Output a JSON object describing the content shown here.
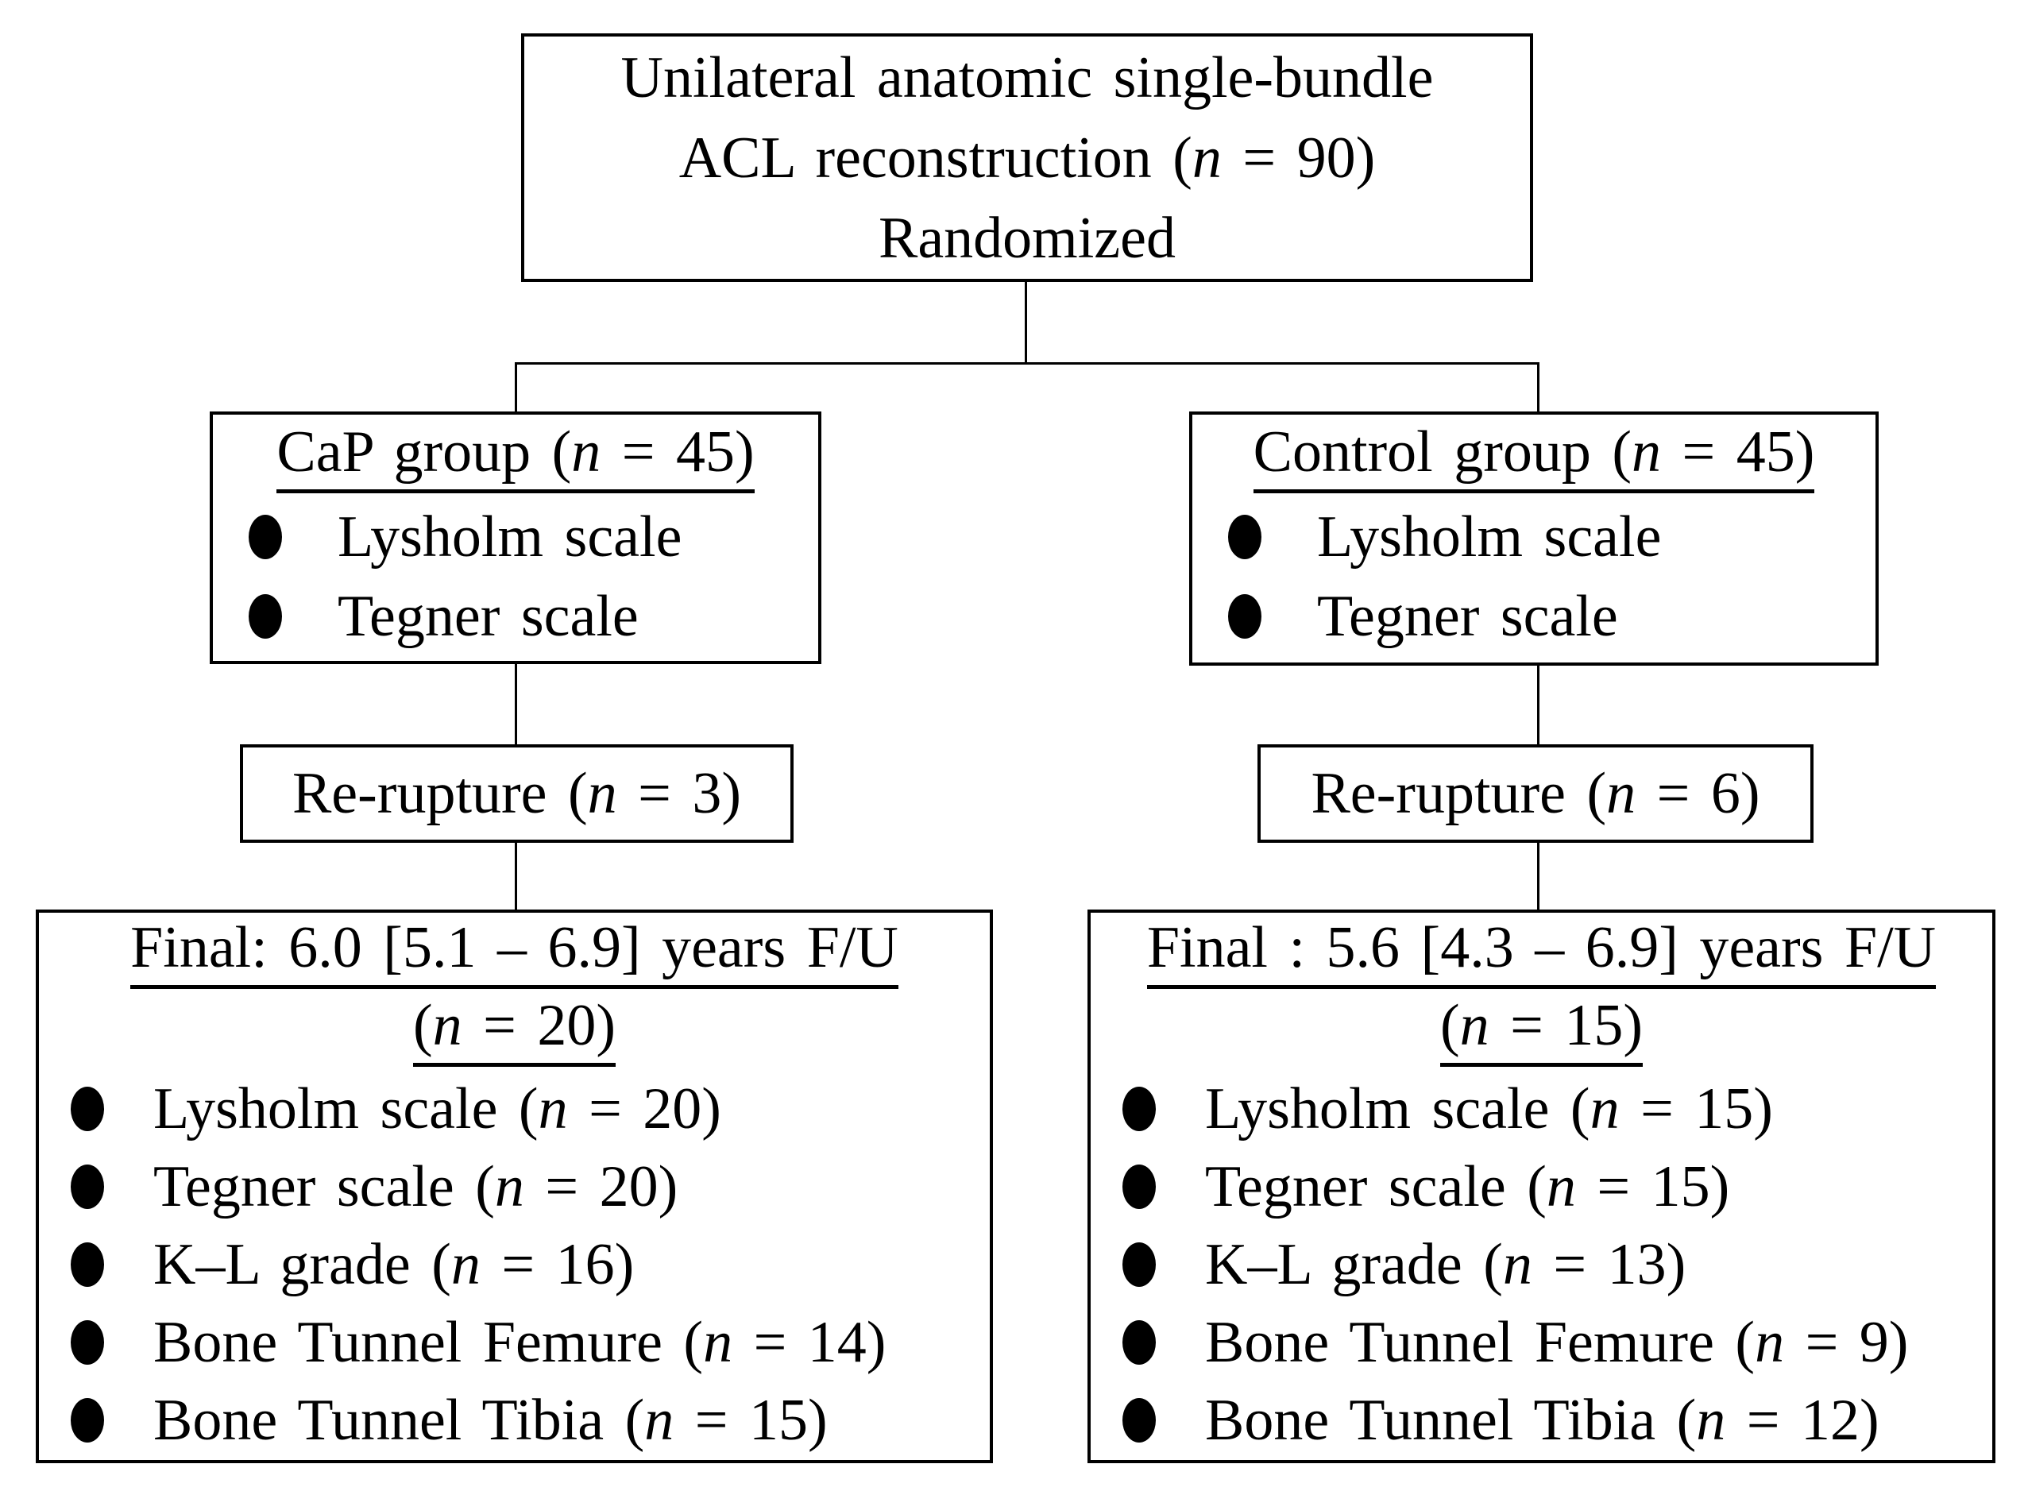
{
  "colors": {
    "ink": "#000000",
    "paper": "#ffffff"
  },
  "title_box": {
    "line1": "Unilateral anatomic single-bundle",
    "line2": {
      "pre": "ACL reconstruction (",
      "var": "n",
      "post": " = 90)"
    },
    "line3": "Randomized"
  },
  "cap_group": {
    "header": {
      "pre": "CaP group (",
      "var": "n",
      "post": " = 45)"
    },
    "bullets": [
      {
        "text": "Lysholm scale"
      },
      {
        "text": "Tegner scale"
      }
    ]
  },
  "control_group": {
    "header": {
      "pre": "Control group (",
      "var": "n",
      "post": " = 45)"
    },
    "bullets": [
      {
        "text": "Lysholm scale"
      },
      {
        "text": "Tegner scale"
      }
    ]
  },
  "rerupture_left": {
    "label": {
      "pre": "Re-rupture (",
      "var": "n",
      "post": " = 3)"
    }
  },
  "rerupture_right": {
    "label": {
      "pre": "Re-rupture (",
      "var": "n",
      "post": " = 6)"
    }
  },
  "final_left": {
    "header_line1": "Final: 6.0 [5.1 – 6.9] years F/U",
    "header_line2": {
      "pre": "(",
      "var": "n",
      "post": " = 20)"
    },
    "bullets": [
      {
        "pre": "Lysholm scale (",
        "var": "n",
        "post": " = 20)"
      },
      {
        "pre": "Tegner scale (",
        "var": "n",
        "post": " = 20)"
      },
      {
        "pre": "K–L grade (",
        "var": "n",
        "post": " = 16)"
      },
      {
        "pre": "Bone Tunnel Femure (",
        "var": "n",
        "post": " = 14)"
      },
      {
        "pre": "Bone Tunnel Tibia (",
        "var": "n",
        "post": " = 15)"
      }
    ]
  },
  "final_right": {
    "header_line1": "Final : 5.6 [4.3 – 6.9] years F/U",
    "header_line2": {
      "pre": "(",
      "var": "n",
      "post": " = 15)"
    },
    "bullets": [
      {
        "pre": "Lysholm scale (",
        "var": "n",
        "post": " = 15)"
      },
      {
        "pre": "Tegner scale (",
        "var": "n",
        "post": " = 15)"
      },
      {
        "pre": "K–L grade (",
        "var": "n",
        "post": " = 13)"
      },
      {
        "pre": "Bone Tunnel Femure (",
        "var": "n",
        "post": " = 9)"
      },
      {
        "pre": "Bone Tunnel Tibia (",
        "var": "n",
        "post": " = 12)"
      }
    ]
  }
}
